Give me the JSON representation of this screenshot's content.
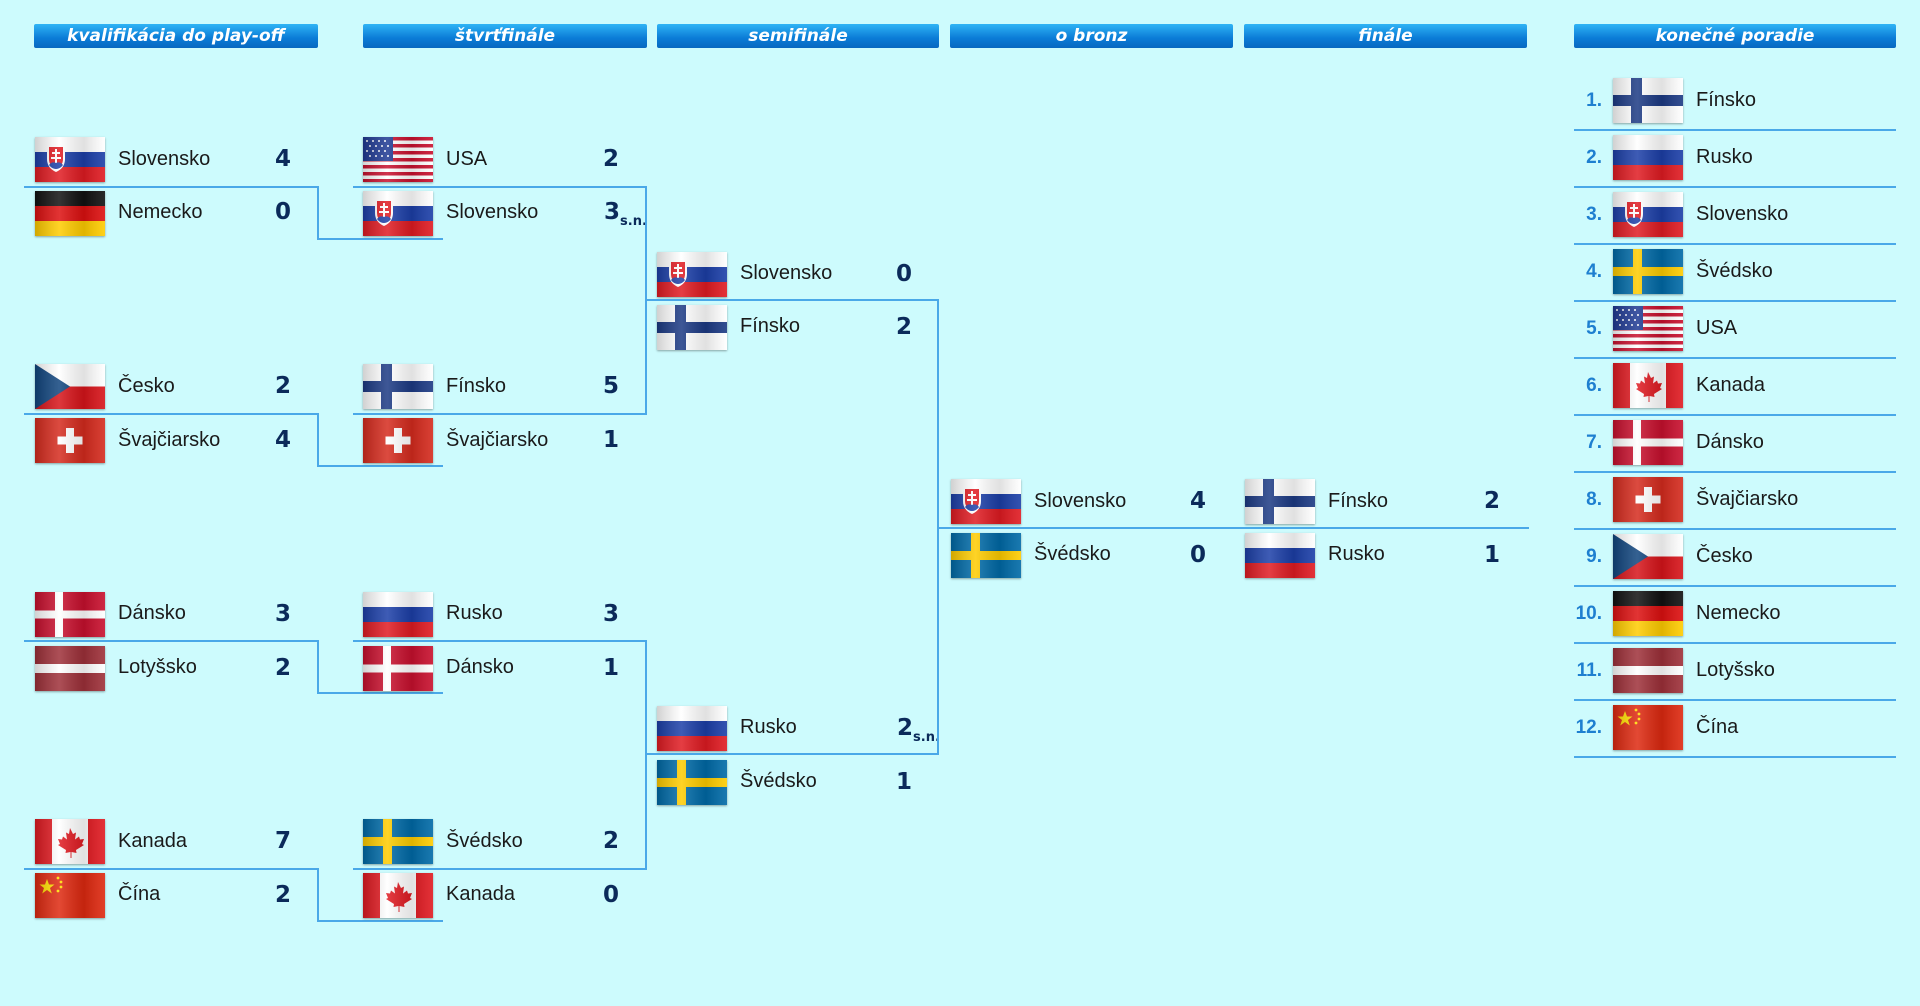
{
  "headers": {
    "qualification": "kvalifikácia do play-off",
    "quarterfinal": "štvrťfinále",
    "semifinal": "semifinále",
    "bronze": "o bronz",
    "final": "finále",
    "standings": "konečné poradie"
  },
  "colors": {
    "background": "#cdfbfd",
    "header": "#0a7bd6",
    "line": "#4aa8e8",
    "score": "#0b2a5a",
    "rank": "#1e7fd0"
  },
  "teams": {
    "svk": "Slovensko",
    "ger": "Nemecko",
    "usa": "USA",
    "cze": "Česko",
    "sui": "Švajčiarsko",
    "fin": "Fínsko",
    "den": "Dánsko",
    "lat": "Lotyšsko",
    "rus": "Rusko",
    "can": "Kanada",
    "chn": "Čína",
    "swe": "Švédsko"
  },
  "overtime_suffix": "s.n.",
  "qualification": [
    {
      "top": {
        "team": "Slovensko",
        "flag": "svk-flag-icon",
        "score": "4"
      },
      "bottom": {
        "team": "Nemecko",
        "flag": "ger-flag-icon",
        "score": "0"
      }
    },
    {
      "top": {
        "team": "Česko",
        "flag": "cze-flag-icon",
        "score": "2"
      },
      "bottom": {
        "team": "Švajčiarsko",
        "flag": "sui-flag-icon",
        "score": "4"
      }
    },
    {
      "top": {
        "team": "Dánsko",
        "flag": "den-flag-icon",
        "score": "3"
      },
      "bottom": {
        "team": "Lotyšsko",
        "flag": "lat-flag-icon",
        "score": "2"
      }
    },
    {
      "top": {
        "team": "Kanada",
        "flag": "can-flag-icon",
        "score": "7"
      },
      "bottom": {
        "team": "Čína",
        "flag": "chn-flag-icon",
        "score": "2"
      }
    }
  ],
  "quarterfinal": [
    {
      "top": {
        "team": "USA",
        "score": "2"
      },
      "bottom": {
        "team": "Slovensko",
        "score": "3",
        "suffix": "s.n."
      }
    },
    {
      "top": {
        "team": "Fínsko",
        "score": "5"
      },
      "bottom": {
        "team": "Švajčiarsko",
        "score": "1"
      }
    },
    {
      "top": {
        "team": "Rusko",
        "score": "3"
      },
      "bottom": {
        "team": "Dánsko",
        "score": "1"
      }
    },
    {
      "top": {
        "team": "Švédsko",
        "score": "2"
      },
      "bottom": {
        "team": "Kanada",
        "score": "0"
      }
    }
  ],
  "semifinal": [
    {
      "top": {
        "team": "Slovensko",
        "score": "0"
      },
      "bottom": {
        "team": "Fínsko",
        "score": "2"
      }
    },
    {
      "top": {
        "team": "Rusko",
        "score": "2",
        "suffix": "s.n."
      },
      "bottom": {
        "team": "Švédsko",
        "score": "1"
      }
    }
  ],
  "bronze": {
    "top": {
      "team": "Slovensko",
      "score": "4"
    },
    "bottom": {
      "team": "Švédsko",
      "score": "0"
    }
  },
  "final": {
    "top": {
      "team": "Fínsko",
      "score": "2"
    },
    "bottom": {
      "team": "Rusko",
      "score": "1"
    }
  },
  "standings": [
    {
      "rank": "1.",
      "team": "Fínsko",
      "flag": "fin"
    },
    {
      "rank": "2.",
      "team": "Rusko",
      "flag": "rus"
    },
    {
      "rank": "3.",
      "team": "Slovensko",
      "flag": "svk"
    },
    {
      "rank": "4.",
      "team": "Švédsko",
      "flag": "swe"
    },
    {
      "rank": "5.",
      "team": "USA",
      "flag": "usa"
    },
    {
      "rank": "6.",
      "team": "Kanada",
      "flag": "can"
    },
    {
      "rank": "7.",
      "team": "Dánsko",
      "flag": "den"
    },
    {
      "rank": "8.",
      "team": "Švajčiarsko",
      "flag": "sui"
    },
    {
      "rank": "9.",
      "team": "Česko",
      "flag": "cze"
    },
    {
      "rank": "10.",
      "team": "Nemecko",
      "flag": "ger"
    },
    {
      "rank": "11.",
      "team": "Lotyšsko",
      "flag": "lat"
    },
    {
      "rank": "12.",
      "team": "Čína",
      "flag": "chn"
    }
  ]
}
